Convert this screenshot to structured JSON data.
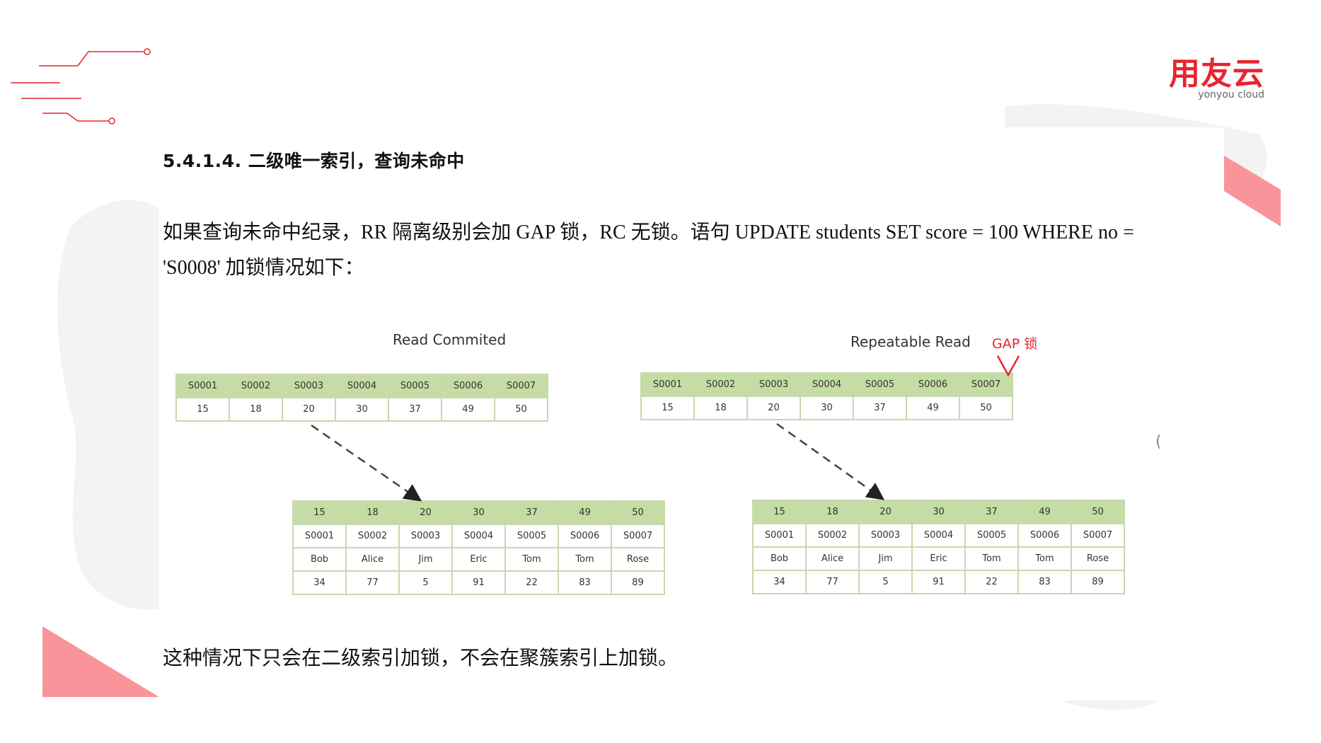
{
  "logo": {
    "main": "用友云",
    "sub": "yonyou cloud"
  },
  "section": {
    "title": "5.4.1.4.  二级唯一索引，查询未命中"
  },
  "paragraph": {
    "line1": "如果查询未命中纪录，RR 隔离级别会加 GAP 锁，RC 无锁。语句 UPDATE students SET score = 100 WHERE no =",
    "line2": "'S0008' 加锁情况如下："
  },
  "diagram": {
    "left_title": "Read Commited",
    "right_title": "Repeatable Read",
    "gap_label": "GAP 锁",
    "secondary_index": {
      "keys": [
        "S0001",
        "S0002",
        "S0003",
        "S0004",
        "S0005",
        "S0006",
        "S0007"
      ],
      "ids": [
        "15",
        "18",
        "20",
        "30",
        "37",
        "49",
        "50"
      ]
    },
    "clustered_index": {
      "ids": [
        "15",
        "18",
        "20",
        "30",
        "37",
        "49",
        "50"
      ],
      "nos": [
        "S0001",
        "S0002",
        "S0003",
        "S0004",
        "S0005",
        "S0006",
        "S0007"
      ],
      "names": [
        "Bob",
        "Alice",
        "Jim",
        "Eric",
        "Tom",
        "Tom",
        "Rose"
      ],
      "scores": [
        "34",
        "77",
        "5",
        "91",
        "22",
        "83",
        "89"
      ]
    }
  },
  "conclusion": "这种情况下只会在二级索引加锁，不会在聚簇索引上加锁。",
  "colors": {
    "brand_red": "#e8242e",
    "header_green": "#c5dca4",
    "border_green": "#c7d8b0"
  },
  "marks": {
    "side_mark": "("
  }
}
